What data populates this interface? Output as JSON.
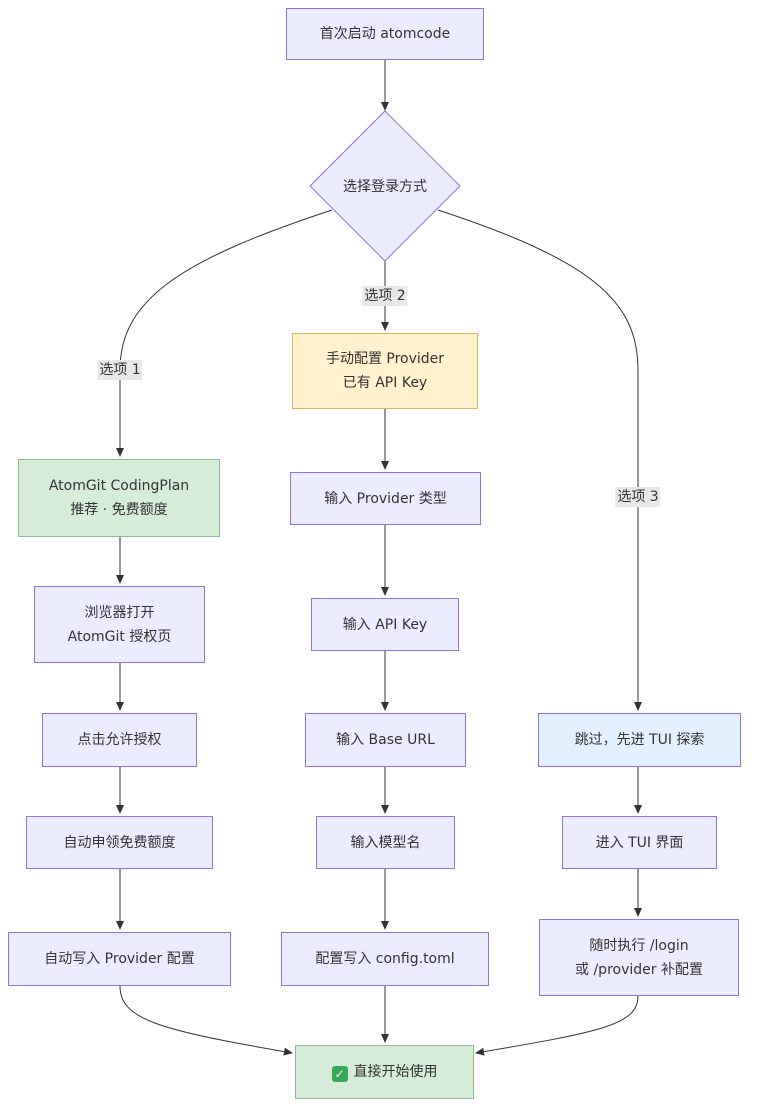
{
  "nodes": {
    "start": "首次启动 atomcode",
    "decision": "选择登录方式",
    "opt1": [
      "AtomGit CodingPlan",
      "推荐 · 免费额度"
    ],
    "opt1_step1": [
      "浏览器打开",
      "AtomGit 授权页"
    ],
    "opt1_step2": "点击允许授权",
    "opt1_step3": "自动申领免费额度",
    "opt1_step4": "自动写入 Provider 配置",
    "opt2": [
      "手动配置 Provider",
      "已有 API Key"
    ],
    "opt2_step1": "输入 Provider 类型",
    "opt2_step2": "输入 API Key",
    "opt2_step3": "输入 Base URL",
    "opt2_step4": "输入模型名",
    "opt2_step5": "配置写入 config.toml",
    "opt3": "跳过，先进 TUI 探索",
    "opt3_step1": "进入 TUI 界面",
    "opt3_step2": [
      "随时执行 /login",
      "或 /provider 补配置"
    ],
    "end": "直接开始使用",
    "end_icon": "check-mark-icon"
  },
  "edges": {
    "label1": "选项 1",
    "label2": "选项 2",
    "label3": "选项 3"
  },
  "colors": {
    "default_fill": "#ECECFF",
    "default_stroke": "#9370DB",
    "green_fill": "#d5ecd8",
    "yellow_fill": "#fff2cc",
    "blue_fill": "#e3f1fe",
    "line": "#333333"
  }
}
